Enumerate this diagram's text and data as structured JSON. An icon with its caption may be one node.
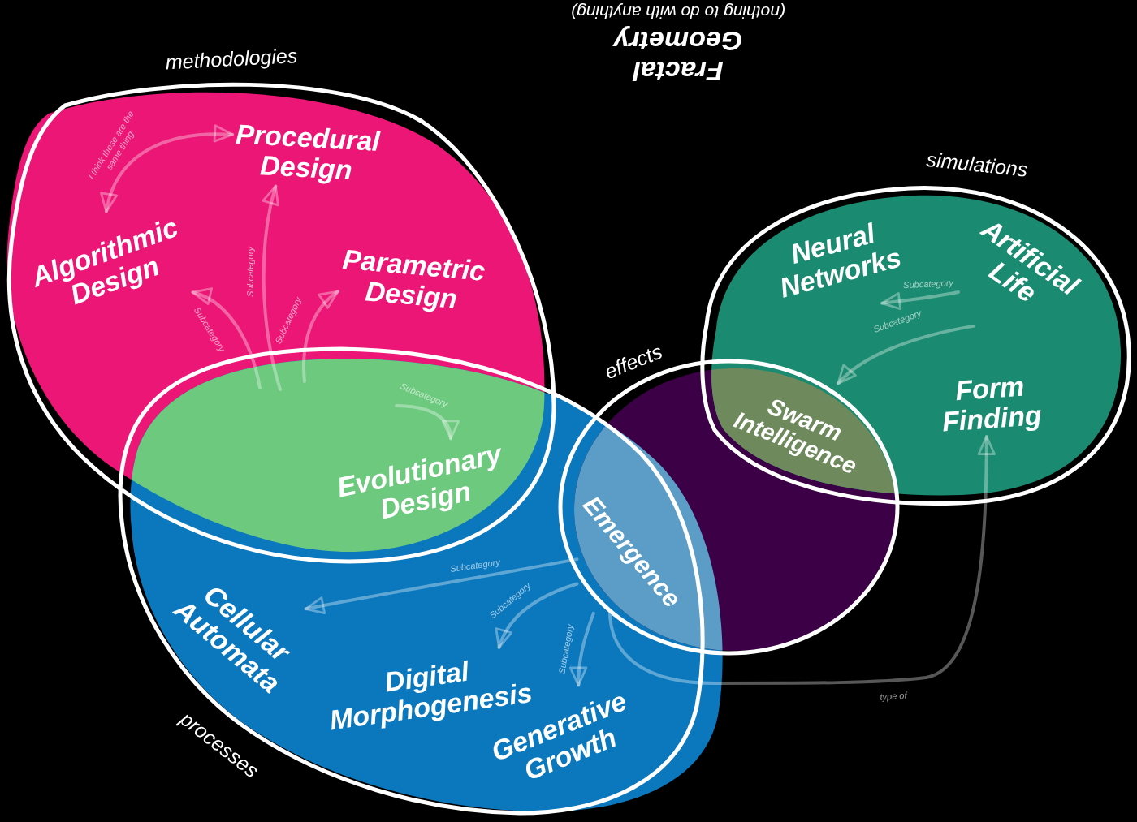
{
  "diagram": {
    "nodes": [
      {
        "text": [
          "methodologies"
        ]
      },
      {
        "text": [
          "Procedural Design"
        ],
        "in": 0
      },
      {
        "text": [
          "Algorithmic Design"
        ],
        "in": 0
      },
      {
        "text": [
          "Parametric Design"
        ],
        "in": 0
      },
      {
        "text": [
          "Evolutionary Design"
        ]
      },
      {
        "text": [
          "processes"
        ]
      },
      {
        "text": [
          "Cellular Automata"
        ],
        "in": 5
      },
      {
        "text": [
          "Digital Morphogenesis"
        ],
        "in": 5
      },
      {
        "text": [
          "Generative Growth"
        ],
        "in": 5
      },
      {
        "text": [
          "Emergence"
        ]
      },
      {
        "text": [
          "effects"
        ]
      },
      {
        "text": [
          "Swarm Intelligence"
        ]
      },
      {
        "text": [
          "simulations"
        ]
      },
      {
        "text": [
          "Neural Networks"
        ],
        "in": 12
      },
      {
        "text": [
          "Artificial Life"
        ],
        "in": 12
      },
      {
        "text": [
          "Form Finding"
        ],
        "in": 12
      }
    ],
    "edges": [
      {
        "from": 2,
        "to": 1,
        "arrow": "both",
        "label": "I think these are the same thing"
      },
      {
        "from": null,
        "to": 2,
        "arrow": "to",
        "label": "Subcategory"
      },
      {
        "from": null,
        "to": 1,
        "arrow": "to",
        "label": "Subcategory"
      },
      {
        "from": null,
        "to": 3,
        "arrow": "to",
        "label": "Subcategory"
      },
      {
        "from": null,
        "to": 4,
        "arrow": "to",
        "label": "Subcategory"
      },
      {
        "from": 9,
        "to": 6,
        "arrow": "to",
        "label": "Subcategory"
      },
      {
        "from": 9,
        "to": 7,
        "arrow": "to",
        "label": "Subcategory"
      },
      {
        "from": 9,
        "to": 8,
        "arrow": "to",
        "label": "Subcategory"
      },
      {
        "from": 9,
        "to": 15,
        "arrow": "to",
        "label": "type of"
      },
      {
        "from": 14,
        "to": 13,
        "arrow": "to",
        "label": "Subcategory"
      },
      {
        "from": 14,
        "to": 11,
        "arrow": "to",
        "label": "Subcategory"
      }
    ],
    "labels": [
      "Fractal Geometry",
      "(nothing to do with anything)"
    ]
  }
}
